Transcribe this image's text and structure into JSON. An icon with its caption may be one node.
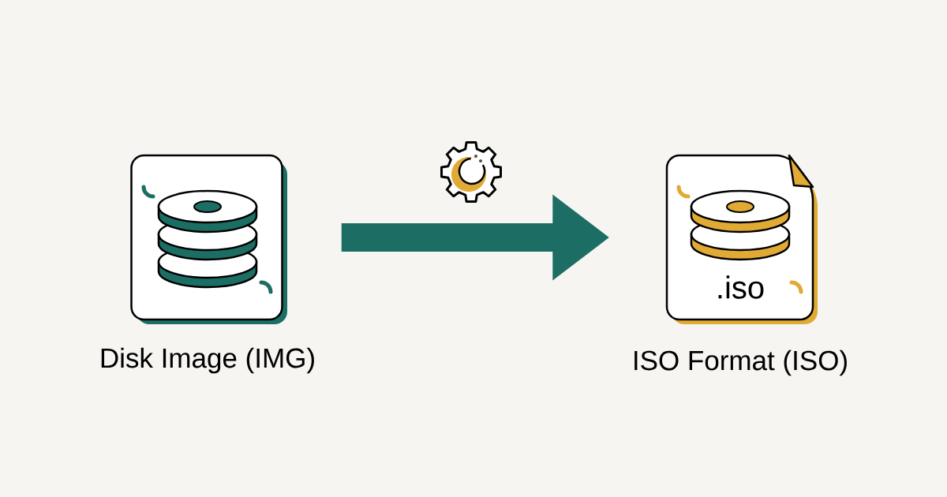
{
  "diagram": {
    "nodes": [
      {
        "text": [
          "Disk Image (IMG)"
        ]
      },
      {
        "text": [
          ".iso",
          "ISO Format (ISO)"
        ]
      }
    ],
    "edges": [
      {
        "from": 0,
        "to": 1,
        "arrow": "to"
      }
    ]
  }
}
